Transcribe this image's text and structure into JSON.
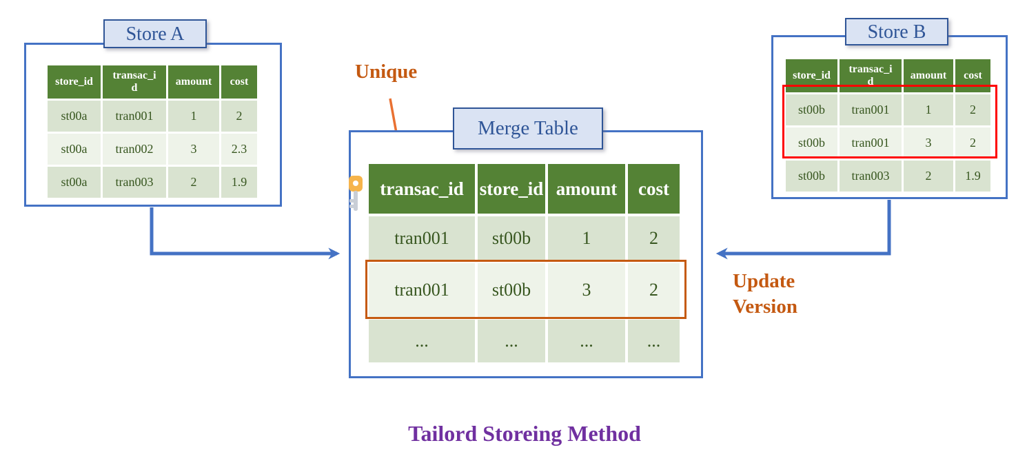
{
  "caption": "Tailord Storeing Method",
  "colors": {
    "header_green": "#548235",
    "row_band_dark": "#d9e3d0",
    "row_band_light": "#eef3e9",
    "cell_text_green": "#37561f",
    "panel_border_blue": "#4472c4",
    "title_fill_blue": "#dae3f3",
    "title_text_blue": "#2f5597",
    "annotation_orange": "#c45911",
    "arrow_orange": "#e97132",
    "highlight_red": "#fe0000",
    "highlight_orange": "#c55a11",
    "caption_purple": "#7030a0",
    "key_gold": "#f6b44b"
  },
  "store_a": {
    "title": "Store A",
    "columns": [
      "store_id",
      "transac_id",
      "amount",
      "cost"
    ],
    "rows": [
      [
        "st00a",
        "tran001",
        "1",
        "2"
      ],
      [
        "st00a",
        "tran002",
        "3",
        "2.3"
      ],
      [
        "st00a",
        "tran003",
        "2",
        "1.9"
      ]
    ]
  },
  "store_b": {
    "title": "Store B",
    "columns": [
      "store_id",
      "transac_id",
      "amount",
      "cost"
    ],
    "rows": [
      [
        "st00b",
        "tran001",
        "1",
        "2"
      ],
      [
        "st00b",
        "tran001",
        "3",
        "2"
      ],
      [
        "st00b",
        "tran003",
        "2",
        "1.9"
      ]
    ]
  },
  "merge_table": {
    "title": "Merge Table",
    "columns": [
      "transac_id",
      "store_id",
      "amount",
      "cost"
    ],
    "rows": [
      [
        "tran001",
        "st00b",
        "1",
        "2"
      ],
      [
        "tran001",
        "st00b",
        "3",
        "2"
      ],
      [
        "...",
        "...",
        "...",
        "..."
      ]
    ]
  },
  "annotations": {
    "unique": "Unique",
    "update_version": "Update Version"
  },
  "icons": {
    "key": "primary-key"
  }
}
